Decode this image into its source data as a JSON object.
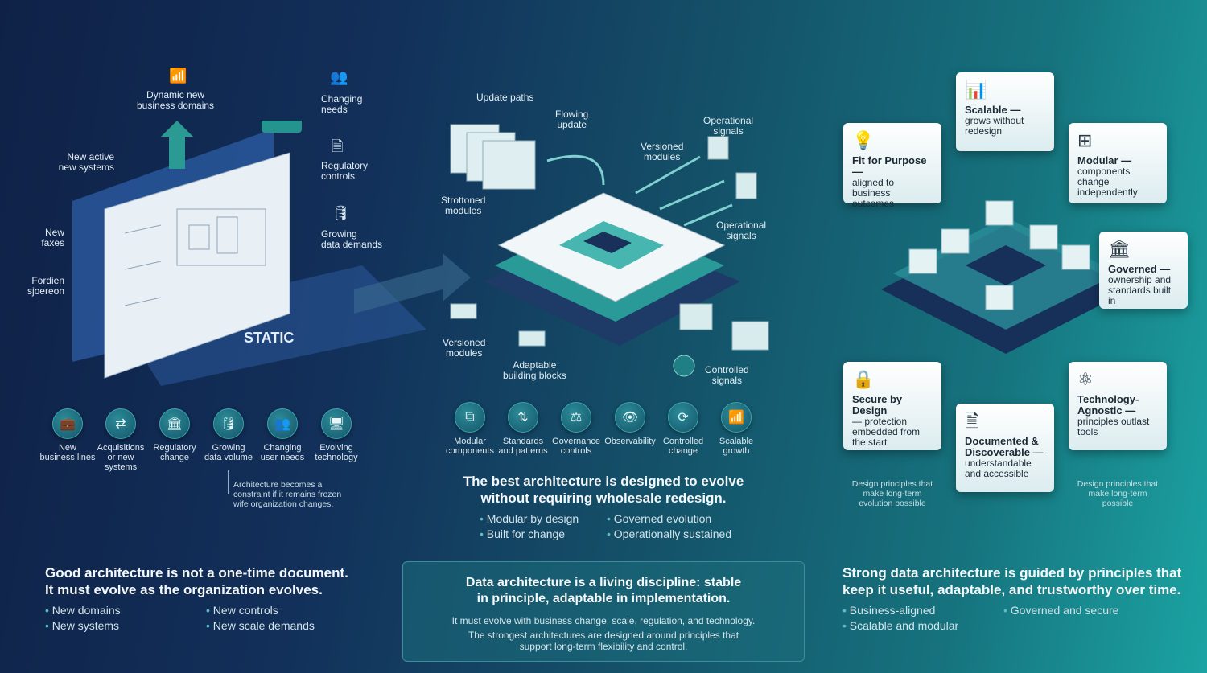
{
  "left": {
    "labels": {
      "dynamic": "Dynamic new\nbusiness domains",
      "changing_needs": "Changing\nneeds",
      "regulatory": "Regulatory\ncontrols",
      "growing": "Growing\ndata demands",
      "new_active": "New active\nnew systems",
      "new_faxes": "New\nfaxes",
      "fordien": "Fordien\nsjoereon",
      "static": "STATIC"
    },
    "icons": [
      {
        "icon": "briefcase-icon",
        "label": "New\nbusiness lines"
      },
      {
        "icon": "systems-icon",
        "label": "Acquisitions\nor new\nsystems"
      },
      {
        "icon": "bank-icon",
        "label": "Regulatory\nchange"
      },
      {
        "icon": "database-icon",
        "label": "Growing\ndata volume"
      },
      {
        "icon": "users-icon",
        "label": "Changing\nuser needs"
      },
      {
        "icon": "monitor-icon",
        "label": "Evolving\ntechnology"
      }
    ],
    "note": "Architecture becomes a\nconstraint if it remains frozen\nwife organization changes.",
    "headline": "Good architecture is not a one-time document.\nIt must evolve as the organization evolves.",
    "bullets": [
      "New domains",
      "New systems",
      "New controls",
      "New scale demands"
    ]
  },
  "middle": {
    "labels": {
      "update_paths": "Update paths",
      "flowing": "Flowing\nupdate",
      "strottoned": "Strottoned\nmodules",
      "versioned_top": "Versioned\nmodules",
      "op_signals_1": "Operational\nsignals",
      "op_signals_2": "Operational\nsignals",
      "versioned_bottom": "Versioned\nmodules",
      "adaptable": "Adaptable\nbuilding blocks",
      "controlled": "Controlled\nsignals"
    },
    "icons": [
      {
        "icon": "modular-icon",
        "label": "Modular\ncomponents"
      },
      {
        "icon": "standards-icon",
        "label": "Standards\nand patterns"
      },
      {
        "icon": "scales-icon",
        "label": "Governance\ncontrols"
      },
      {
        "icon": "eye-icon",
        "label": "Observability"
      },
      {
        "icon": "refresh-icon",
        "label": "Controlled\nchange"
      },
      {
        "icon": "growth-icon",
        "label": "Scalable\ngrowth"
      }
    ],
    "headline": "The best architecture is designed to evolve\nwithout requiring wholesale redesign.",
    "bullets": [
      "Modular by design",
      "Built for change",
      "Governed evolution",
      "Operationally sustained"
    ],
    "panel": {
      "title": "Data architecture is a living discipline: stable\nin principle, adaptable in implementation.",
      "body1": "It must evolve with business change, scale, regulation, and technology.",
      "body2": "The strongest architectures are designed around principles that\nsupport long-term flexibility and control."
    }
  },
  "right": {
    "cards": [
      {
        "icon": "lightbulb-icon",
        "title": "Fit for Purpose —",
        "desc": "aligned to business\noutcomes"
      },
      {
        "icon": "chart-icon",
        "title": "Scalable —",
        "desc": "grows without\nredesign"
      },
      {
        "icon": "modules-icon",
        "title": "Modular —",
        "desc": "components change\nindependently"
      },
      {
        "icon": "bank-icon",
        "title": "Governed —",
        "desc": "ownership and\nstandards built in"
      },
      {
        "icon": "lock-icon",
        "title": "Secure by Design",
        "desc": "— protection\nembedded from\nthe start"
      },
      {
        "icon": "document-icon",
        "title": "Documented &\nDiscoverable —",
        "desc": "understandable\nand accessible"
      },
      {
        "icon": "atom-icon",
        "title": "Technology-\nAgnostic —",
        "desc": "principles outlast\ntools"
      }
    ],
    "notes": [
      "Design principles that\nmake long-term\nevolution possible",
      "Design principles that\nmake long-term\npossible"
    ],
    "headline": "Strong data architecture is guided by principles that\nkeep it useful, adaptable, and trustworthy over time.",
    "bullets": [
      "Business-aligned",
      "Scalable and modular",
      "Governed and secure"
    ]
  }
}
